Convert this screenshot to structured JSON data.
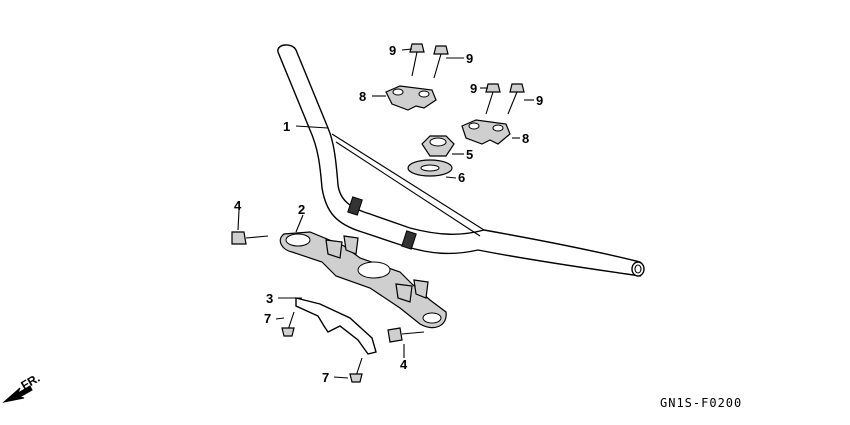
{
  "diagram": {
    "callouts": [
      {
        "id": "c1",
        "text": "1"
      },
      {
        "id": "c2",
        "text": "2"
      },
      {
        "id": "c3",
        "text": "3"
      },
      {
        "id": "c4a",
        "text": "4"
      },
      {
        "id": "c4b",
        "text": "4"
      },
      {
        "id": "c5",
        "text": "5"
      },
      {
        "id": "c6",
        "text": "6"
      },
      {
        "id": "c7a",
        "text": "7"
      },
      {
        "id": "c7b",
        "text": "7"
      },
      {
        "id": "c8a",
        "text": "8"
      },
      {
        "id": "c8b",
        "text": "8"
      },
      {
        "id": "c9a",
        "text": "9"
      },
      {
        "id": "c9b",
        "text": "9"
      },
      {
        "id": "c9c",
        "text": "9"
      },
      {
        "id": "c9d",
        "text": "9"
      }
    ],
    "direction_label": "FR.",
    "figure_code": "GN1S-F0200"
  }
}
